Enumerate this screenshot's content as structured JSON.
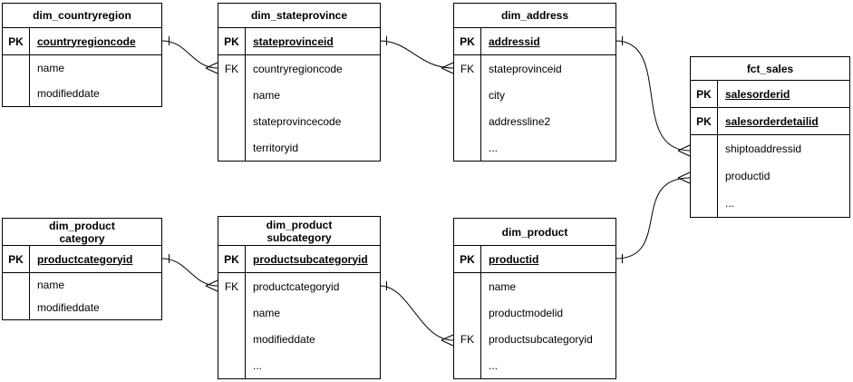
{
  "canvas": {
    "background_color": "#ffffff",
    "line_color": "#000000",
    "text_color": "#000000"
  },
  "tables": [
    {
      "id": "dim_countryregion",
      "title": "dim_countryregion",
      "rows": [
        {
          "key": "PK",
          "name": "countryregioncode"
        },
        {
          "key": "",
          "name": "name"
        },
        {
          "key": "",
          "name": "modifieddate"
        }
      ]
    },
    {
      "id": "dim_stateprovince",
      "title": "dim_stateprovince",
      "rows": [
        {
          "key": "PK",
          "name": "stateprovinceid"
        },
        {
          "key": "FK",
          "name": "countryregioncode"
        },
        {
          "key": "",
          "name": "name"
        },
        {
          "key": "",
          "name": "stateprovincecode"
        },
        {
          "key": "",
          "name": "territoryid"
        }
      ]
    },
    {
      "id": "dim_address",
      "title": "dim_address",
      "rows": [
        {
          "key": "PK",
          "name": "addressid"
        },
        {
          "key": "FK",
          "name": "stateprovinceid"
        },
        {
          "key": "",
          "name": "city"
        },
        {
          "key": "",
          "name": "addressline2"
        },
        {
          "key": "",
          "name": "..."
        }
      ]
    },
    {
      "id": "fct_sales",
      "title": "fct_sales",
      "rows": [
        {
          "key": "PK",
          "name": "salesorderid"
        },
        {
          "key": "PK",
          "name": "salesorderdetailid"
        },
        {
          "key": "",
          "name": "shiptoaddressid"
        },
        {
          "key": "",
          "name": "productid"
        },
        {
          "key": "",
          "name": "..."
        }
      ]
    },
    {
      "id": "dim_productcategory",
      "title": "dim_product\ncategory",
      "rows": [
        {
          "key": "PK",
          "name": "productcategoryid"
        },
        {
          "key": "",
          "name": "name"
        },
        {
          "key": "",
          "name": "modifieddate"
        }
      ]
    },
    {
      "id": "dim_productsubcategory",
      "title": "dim_product\nsubcategory",
      "rows": [
        {
          "key": "PK",
          "name": "productsubcategoryid"
        },
        {
          "key": "FK",
          "name": "productcategoryid"
        },
        {
          "key": "",
          "name": "name"
        },
        {
          "key": "",
          "name": "modifieddate"
        },
        {
          "key": "",
          "name": "..."
        }
      ]
    },
    {
      "id": "dim_product",
      "title": "dim_product",
      "rows": [
        {
          "key": "PK",
          "name": "productid"
        },
        {
          "key": "",
          "name": "name"
        },
        {
          "key": "",
          "name": "productmodelid"
        },
        {
          "key": "FK",
          "name": "productsubcategoryid"
        },
        {
          "key": "",
          "name": "..."
        }
      ]
    }
  ],
  "relationships": [
    {
      "from": "dim_countryregion.countryregioncode",
      "to": "dim_stateprovince.countryregioncode",
      "cardinality": "one-to-many"
    },
    {
      "from": "dim_stateprovince.stateprovinceid",
      "to": "dim_address.stateprovinceid",
      "cardinality": "one-to-many"
    },
    {
      "from": "dim_address.addressid",
      "to": "fct_sales.shiptoaddressid",
      "cardinality": "one-to-many"
    },
    {
      "from": "dim_product.productid",
      "to": "fct_sales.productid",
      "cardinality": "one-to-many"
    },
    {
      "from": "dim_productcategory.productcategoryid",
      "to": "dim_productsubcategory.productcategoryid",
      "cardinality": "one-to-many"
    },
    {
      "from": "dim_productsubcategory.productsubcategoryid",
      "to": "dim_product.productsubcategoryid",
      "cardinality": "one-to-many"
    }
  ]
}
